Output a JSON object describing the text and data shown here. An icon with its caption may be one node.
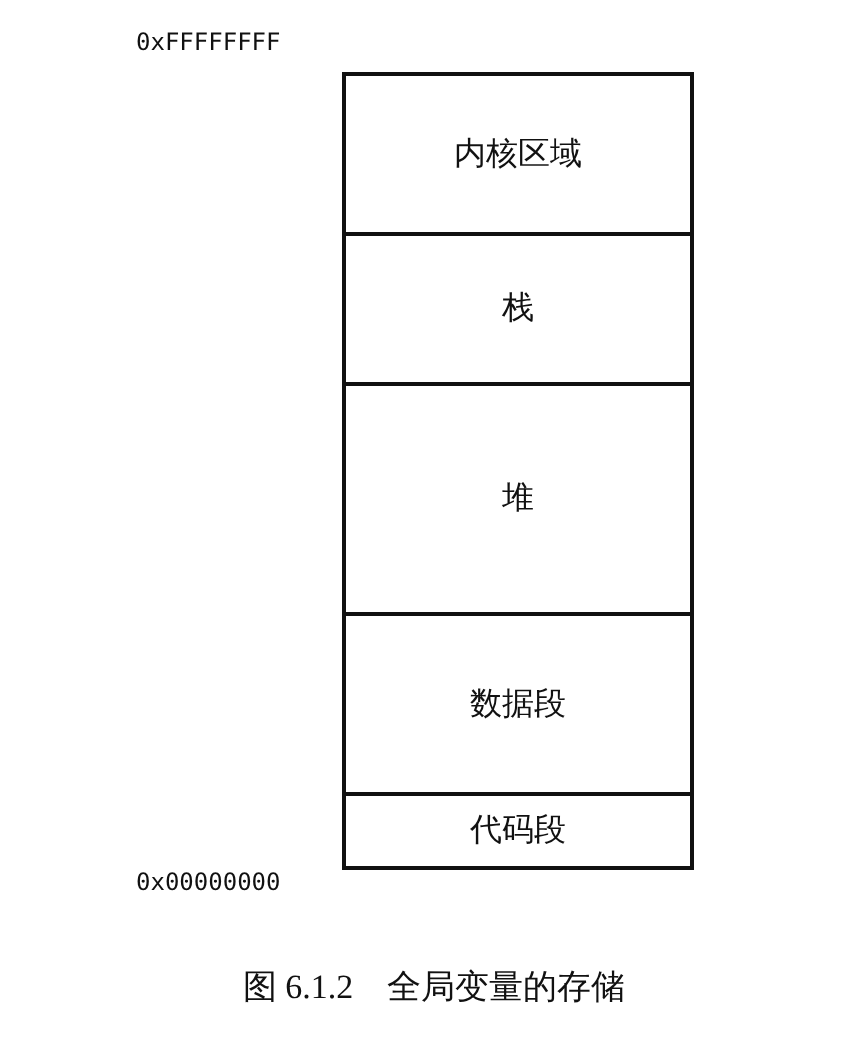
{
  "diagram": {
    "caption": "图 6.1.2　全局变量的存储",
    "nodes": [
      {
        "text": [
          "内核区域"
        ]
      },
      {
        "text": [
          "栈"
        ]
      },
      {
        "text": [
          "堆"
        ]
      },
      {
        "text": [
          "数据段"
        ]
      },
      {
        "text": [
          "代码段"
        ]
      }
    ],
    "labels": [
      "0xFFFFFFFF",
      "0x00000000"
    ]
  }
}
